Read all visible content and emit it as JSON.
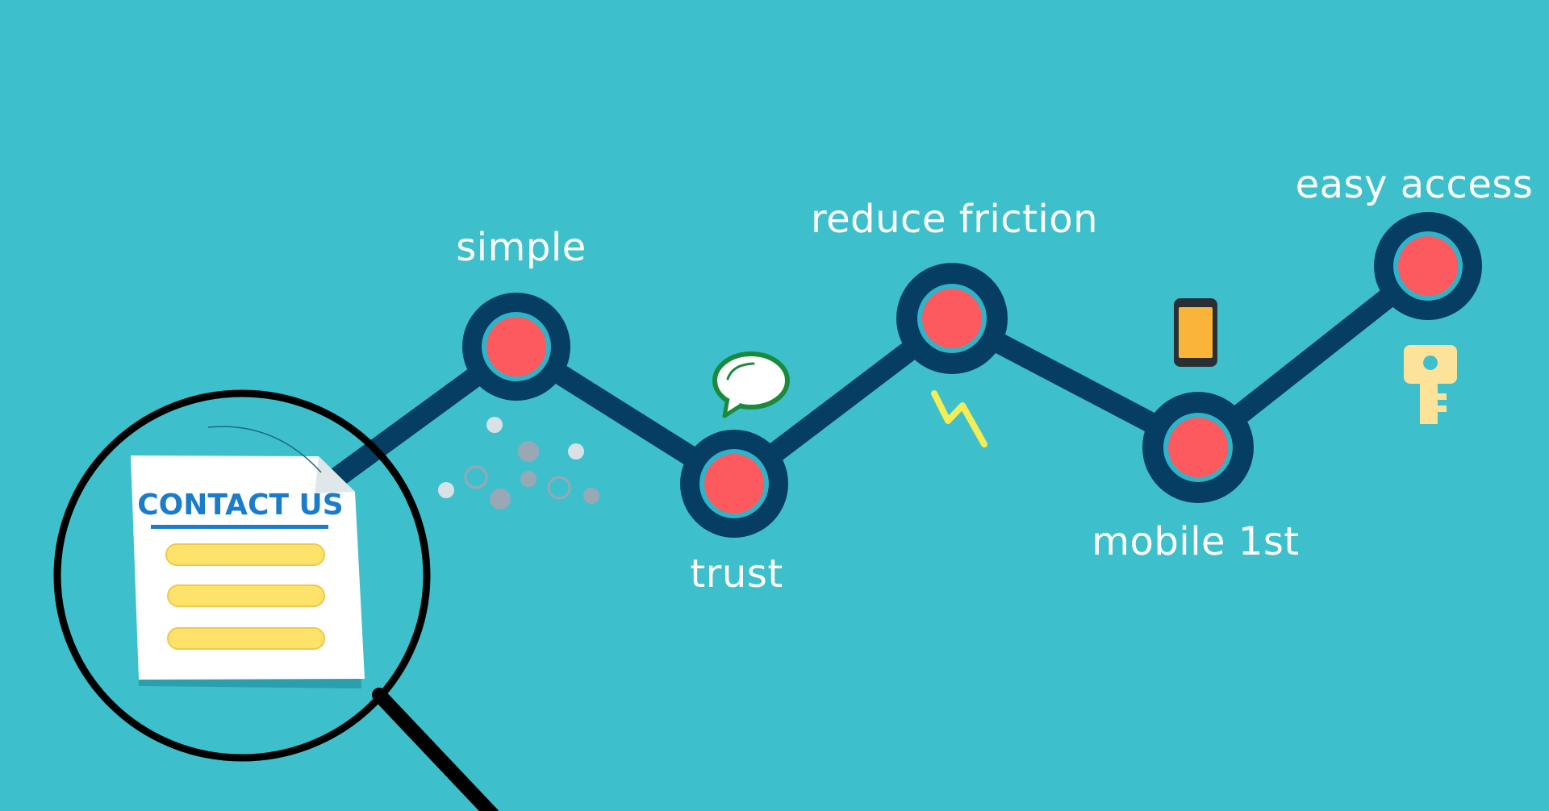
{
  "colors": {
    "background": "#3ec0cc",
    "path": "#053e62",
    "node_fill": "#fc5a5f",
    "node_ring_inner": "#2fb3c8",
    "document_title": "#1b7cc9",
    "document_line": "#ffe26a",
    "phone": "#fbb43a",
    "key": "#fde399",
    "bolt": "#f6ec54",
    "speech_border": "#1a8a3c",
    "dots": "#9aa7b4"
  },
  "document": {
    "title": "CONTACT US"
  },
  "milestones": [
    {
      "label": "simple",
      "icon": "scatter-dots-icon"
    },
    {
      "label": "trust",
      "icon": "speech-bubble-icon"
    },
    {
      "label": "reduce friction",
      "icon": "lightning-bolt-icon"
    },
    {
      "label": "mobile 1st",
      "icon": "smartphone-icon"
    },
    {
      "label": "easy access",
      "icon": "key-icon"
    }
  ]
}
